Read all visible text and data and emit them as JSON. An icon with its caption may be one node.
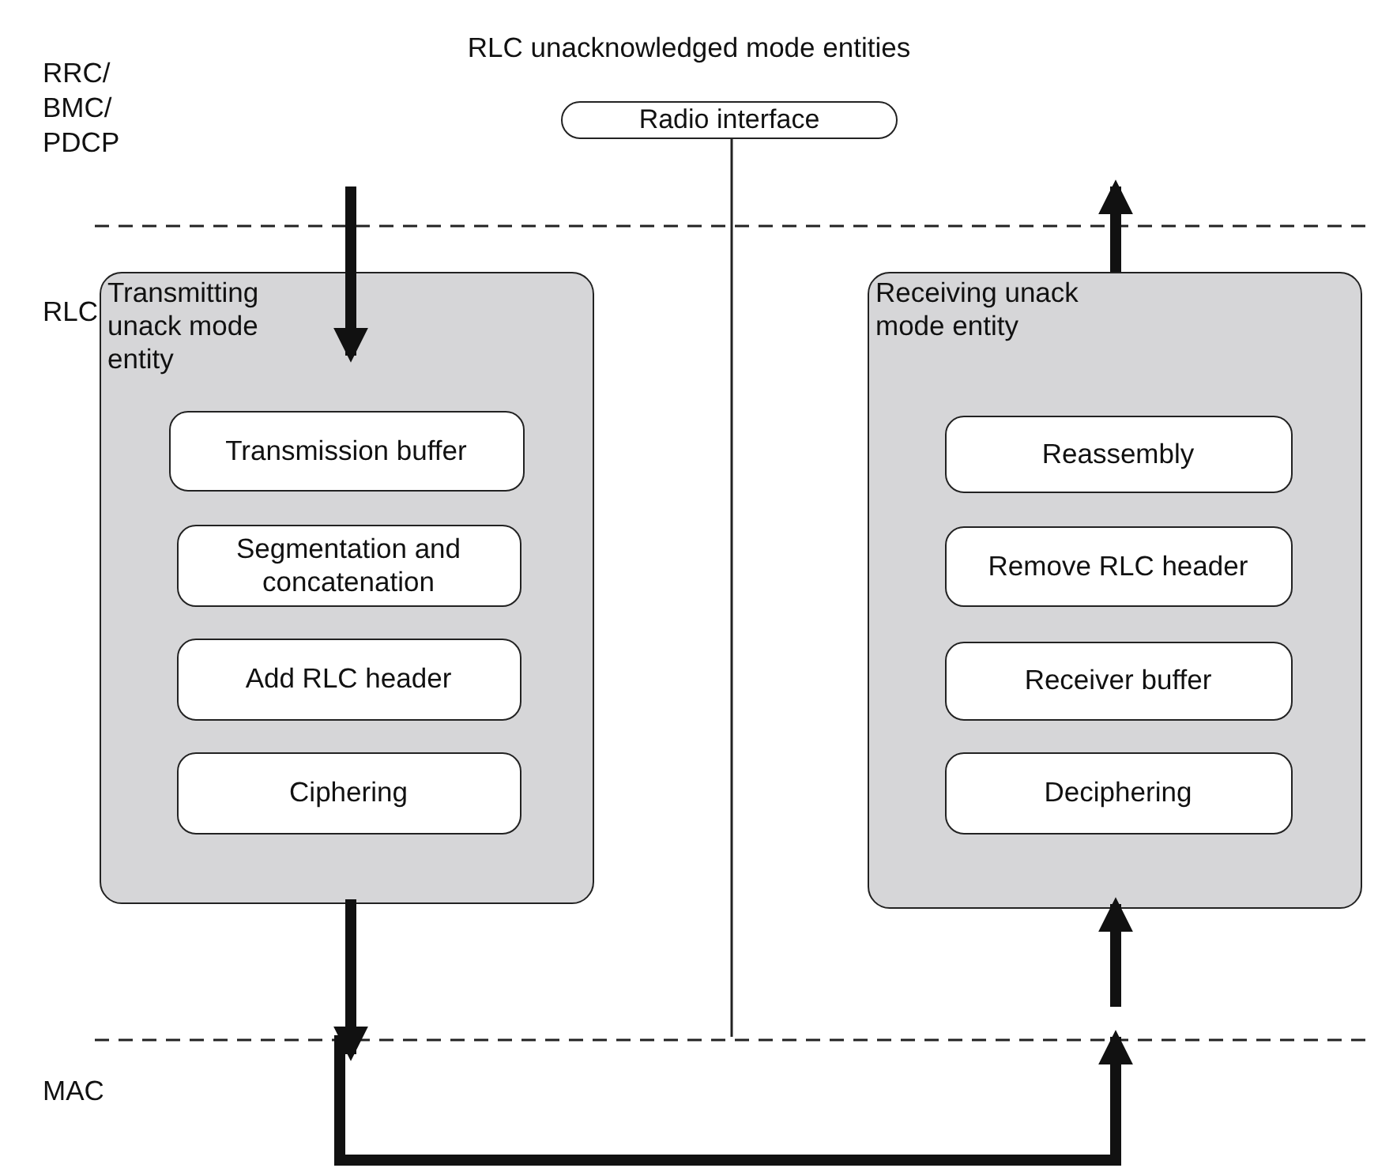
{
  "diagram": {
    "title": "RLC unacknowledged mode entities",
    "nodes": [
      {
        "text": [
          "Transmitting unack mode entity"
        ]
      },
      {
        "text": [
          "Transmission buffer"
        ],
        "in": 0
      },
      {
        "text": [
          "Segmentation and concatenation"
        ],
        "in": 0
      },
      {
        "text": [
          "Add RLC header"
        ],
        "in": 0
      },
      {
        "text": [
          "Ciphering"
        ],
        "in": 0
      },
      {
        "text": [
          "Receiving unack mode entity"
        ]
      },
      {
        "text": [
          "Reassembly"
        ],
        "in": 5
      },
      {
        "text": [
          "Remove RLC header"
        ],
        "in": 5
      },
      {
        "text": [
          "Receiver buffer"
        ],
        "in": 5
      },
      {
        "text": [
          "Deciphering"
        ],
        "in": 5
      },
      {
        "text": [
          "Radio interface"
        ]
      }
    ],
    "edges": [
      {
        "from": null,
        "to": 0,
        "arrow": "to"
      },
      {
        "from": 5,
        "to": null,
        "arrow": "to"
      },
      {
        "from": 0,
        "to": null,
        "arrow": "to"
      },
      {
        "from": null,
        "to": 5,
        "arrow": "to"
      }
    ],
    "labels": [
      "RRC/ BMC/ PDCP",
      "RLC",
      "MAC"
    ]
  }
}
